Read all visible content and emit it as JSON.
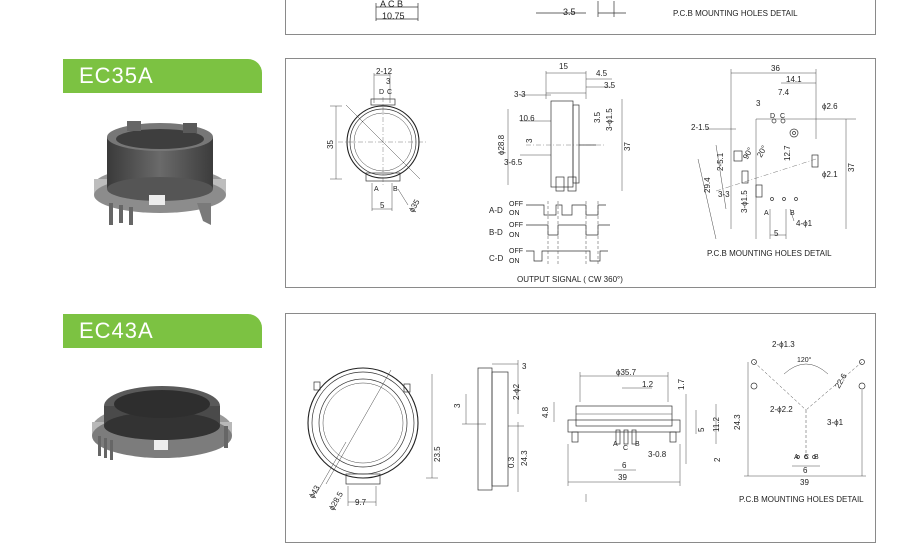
{
  "top": {
    "acb_label": "A C B",
    "dim_1075": "10.75",
    "dim_35": "3.5",
    "holes_caption": "P.C.B MOUNTING HOLES DETAIL"
  },
  "sections": [
    {
      "model": "EC35A",
      "front": {
        "d_212": "2-12",
        "d_3": "3",
        "d_35v": "35",
        "pins_top": "D",
        "pin_c": "C",
        "pin_a": "A",
        "pin_b": "B",
        "d_5": "5",
        "d_phi35": "ϕ35"
      },
      "side": {
        "d_15": "15",
        "d_45": "4.5",
        "d_35": "3.5",
        "d_33": "3-3",
        "d_106": "10.6",
        "d_288": "ϕ28.8",
        "d_35b": "3.5",
        "d_3phi15": "3-ϕ1.5",
        "d_37": "37",
        "d_3b": "3",
        "d_365": "3-6.5"
      },
      "signal": {
        "rows": [
          {
            "label": "A-D",
            "off": "OFF",
            "on": "ON"
          },
          {
            "label": "B-D",
            "off": "OFF",
            "on": "ON"
          },
          {
            "label": "C-D",
            "off": "OFF",
            "on": "ON"
          }
        ],
        "caption": "OUTPUT SIGNAL ( CW 360°)"
      },
      "holes": {
        "d_36": "36",
        "d_141": "14.1",
        "d_74": "7.4",
        "d_3": "3",
        "pin_d": "D",
        "pin_c": "C",
        "d_phi26": "ϕ2.6",
        "d_215": "2-1.5",
        "d_25": "2-5.1",
        "d_90": "90°",
        "d_20": "20°",
        "d_127": "12.7",
        "d_phi21": "ϕ2.1",
        "d_37": "37",
        "d_294": "29.4",
        "d_33": "3-3",
        "d_3phi15": "3-ϕ1.5",
        "pin_a": "A",
        "pin_b": "B",
        "d_4phi1": "4-ϕ1",
        "d_5": "5",
        "caption": "P.C.B MOUNTING HOLES DETAIL"
      }
    },
    {
      "model": "EC43A",
      "front": {
        "d_phi43": "ϕ43",
        "d_phi285": "ϕ28.5",
        "d_97": "9.7",
        "d_235": "23.5"
      },
      "side": {
        "d_3": "3",
        "d_2phi2": "2-ϕ2",
        "d_3b": "3",
        "d_03": "0.3",
        "d_243": "24.3"
      },
      "bottom": {
        "d_phi357": "ϕ35.7",
        "d_12": "1.2",
        "d_17": "1.7",
        "d_48": "4.8",
        "d_5": "5",
        "d_112": "11.2",
        "pin_a": "A",
        "pin_c": "C",
        "pin_b": "B",
        "d_308": "3-0.8",
        "d_6": "6",
        "d_2": "2",
        "d_39": "39"
      },
      "holes": {
        "d_2phi13": "2-ϕ1.3",
        "d_120": "120°",
        "d_226": "22.6",
        "d_2phi22": "2-ϕ2.2",
        "d_243": "24.3",
        "d_3phi1": "3-ϕ1",
        "pin_a": "A",
        "pin_c": "C",
        "pin_b": "B",
        "d_6": "6",
        "d_39": "39",
        "caption": "P.C.B MOUNTING HOLES DETAIL"
      }
    }
  ]
}
